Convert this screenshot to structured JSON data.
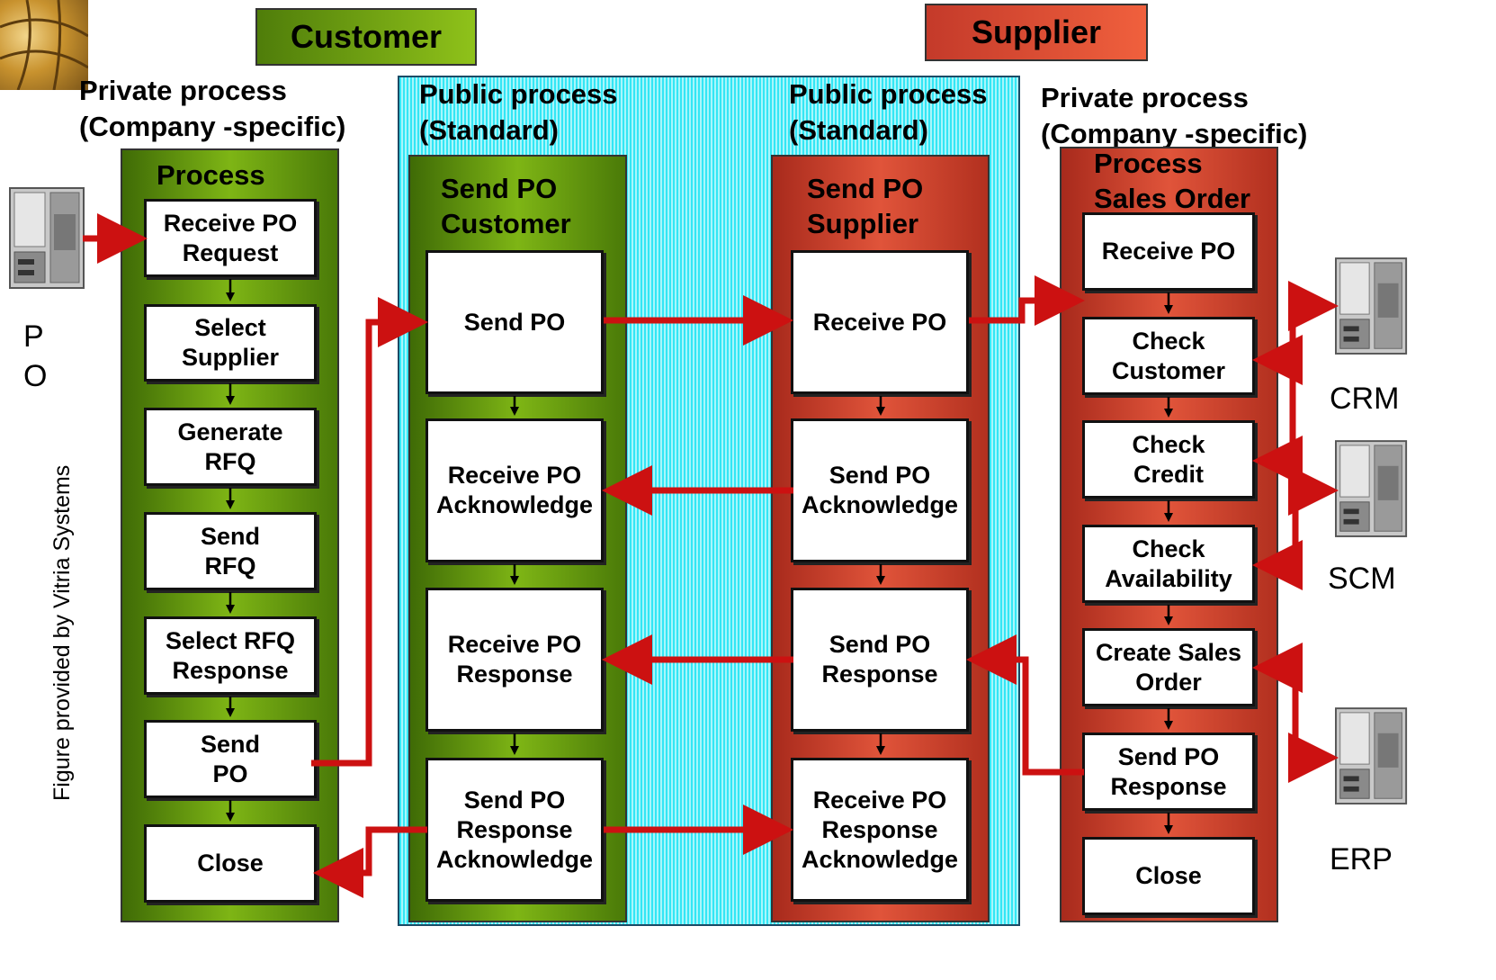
{
  "headers": {
    "customer": "Customer",
    "supplier": "Supplier"
  },
  "process_titles": {
    "customer_private": "Private process\n(Company -specific)",
    "customer_public": "Public process\n(Standard)",
    "supplier_public": "Public process\n(Standard)",
    "supplier_private": "Private process\n(Company -specific)"
  },
  "lanes": {
    "customer_private": {
      "title": "Process\nPO",
      "steps": [
        "Receive PO\nRequest",
        "Select\nSupplier",
        "Generate\nRFQ",
        "Send\nRFQ",
        "Select RFQ\nResponse",
        "Send\nPO",
        "Close"
      ]
    },
    "customer_public": {
      "title": "Send PO\nCustomer",
      "steps": [
        "Send PO",
        "Receive PO\nAcknowledge",
        "Receive PO\nResponse",
        "Send PO\nResponse\nAcknowledge"
      ]
    },
    "supplier_public": {
      "title": "Send PO\nSupplier",
      "steps": [
        "Receive PO",
        "Send PO\nAcknowledge",
        "Send PO\nResponse",
        "Receive PO\nResponse\nAcknowledge"
      ]
    },
    "supplier_private": {
      "title": "Process\nSales Order",
      "steps": [
        "Receive PO",
        "Check\nCustomer",
        "Check\nCredit",
        "Check\nAvailability",
        "Create Sales\nOrder",
        "Send PO\nResponse",
        "Close"
      ]
    }
  },
  "systems": {
    "left": "P\nO",
    "crm": "CRM",
    "scm": "SCM",
    "erp": "ERP"
  },
  "credit": "Figure provided by Vitria Systems",
  "colors": {
    "arrow": "#cc1111",
    "green": "#7eb515",
    "red": "#e0543a",
    "cyan": "#33e6f5"
  }
}
